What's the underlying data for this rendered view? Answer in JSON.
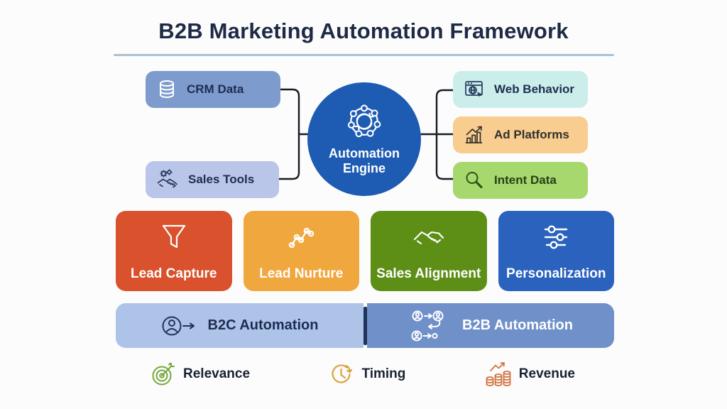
{
  "header": {
    "title": "B2B Marketing Automation Framework"
  },
  "engine": {
    "label": "Automation Engine",
    "icon": "automation-cycle-icon",
    "bg": "#1e5bb2"
  },
  "data_sources_left": [
    {
      "label": "CRM Data",
      "icon": "database-icon",
      "bg": "#7e9bce"
    },
    {
      "label": "Sales Tools",
      "icon": "handshake-gears-icon",
      "bg": "#b9c5e9"
    }
  ],
  "data_sources_right": [
    {
      "label": "Web Behavior",
      "icon": "browser-globe-icon",
      "bg": "#cbeeea"
    },
    {
      "label": "Ad Platforms",
      "icon": "bar-chart-growth-icon",
      "bg": "#f8cd8f"
    },
    {
      "label": "Intent Data",
      "icon": "magnifier-icon",
      "bg": "#a7d86d"
    }
  ],
  "pillars": [
    {
      "label": "Lead Capture",
      "icon": "funnel-icon",
      "bg": "#d9522d"
    },
    {
      "label": "Lead Nurture",
      "icon": "trend-dots-icon",
      "bg": "#f0a73d"
    },
    {
      "label": "Sales Alignment",
      "icon": "handshake-icon",
      "bg": "#5d8f17"
    },
    {
      "label": "Personalization",
      "icon": "sliders-icon",
      "bg": "#2a62bd"
    }
  ],
  "automation_bar": {
    "b2c": {
      "label": "B2C Automation",
      "icon": "single-user-arrow-icon",
      "bg": "#aec3e8"
    },
    "b2b": {
      "label": "B2B Automation",
      "icon": "multi-user-flow-icon",
      "bg": "#7090c9"
    },
    "divider_color": "#203457"
  },
  "footer": [
    {
      "label": "Relevance",
      "icon": "target-dart-icon",
      "color": "#76a83a"
    },
    {
      "label": "Timing",
      "icon": "clock-arrow-icon",
      "color": "#d9a43e"
    },
    {
      "label": "Revenue",
      "icon": "coins-growth-icon",
      "color": "#d4713d"
    }
  ]
}
